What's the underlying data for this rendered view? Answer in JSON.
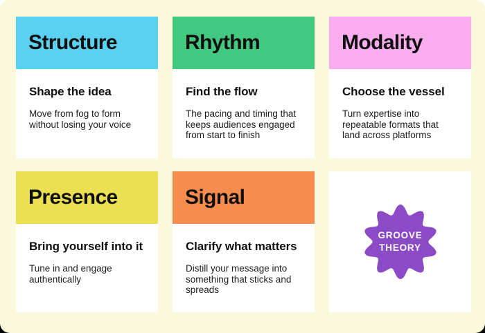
{
  "page": {
    "background": "#fcf8db",
    "outside_top_color": "#ffffff",
    "outside_bottom_color": "#000000",
    "card_background": "#ffffff",
    "text_color": "#0f0f0f"
  },
  "cards": [
    {
      "title": "Structure",
      "header_color": "#5bd1f0",
      "subtitle": "Shape the idea",
      "description_lines": [
        "Move from fog to form",
        "without losing your voice"
      ]
    },
    {
      "title": "Rhythm",
      "header_color": "#42c97f",
      "subtitle": "Find the flow",
      "description_lines": [
        "The pacing and timing that",
        "keeps audiences engaged",
        "from start to finish"
      ]
    },
    {
      "title": "Modality",
      "header_color": "#f9adee",
      "subtitle": "Choose the vessel",
      "description_lines": [
        "Turn expertise into",
        "repeatable formats that",
        "land across platforms"
      ]
    },
    {
      "title": "Presence",
      "header_color": "#ebe052",
      "subtitle": "Bring yourself into it",
      "description_lines": [
        "Tune in and engage",
        "authentically"
      ]
    },
    {
      "title": "Signal",
      "header_color": "#f68c4e",
      "subtitle": "Clarify what matters",
      "description_lines": [
        "Distill your message into",
        "something that sticks and",
        "spreads"
      ]
    }
  ],
  "badge": {
    "lines": [
      "GROOVE",
      "THEORY"
    ],
    "color": "#8b4ac6",
    "text_color": "#ffffff"
  }
}
